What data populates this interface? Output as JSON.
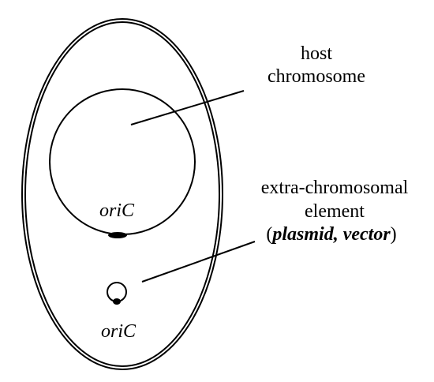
{
  "diagram": {
    "labels": {
      "host_line1": "host",
      "host_line2": "chromosome",
      "extra_line1": "extra-chromosomal",
      "extra_line2": "element",
      "paren_open": "(",
      "plasmid_vector": "plasmid, vector",
      "paren_close": ")",
      "oric_chromosome": "oriC",
      "oric_plasmid": "oriC"
    },
    "colors": {
      "stroke": "#000000",
      "background": "#ffffff"
    }
  }
}
